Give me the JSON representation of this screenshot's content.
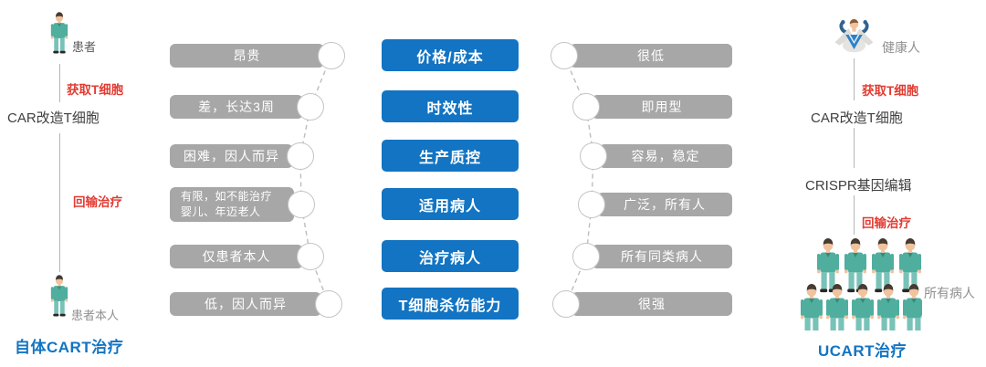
{
  "palette": {
    "accent_blue": "#1274c2",
    "step_red": "#e23c32",
    "bar_gray": "#a7a7a7",
    "teal_figure": "#4fae9e"
  },
  "left_flow": {
    "actor_top_label": "患者",
    "step_extract": "获取T细胞",
    "node_car": "CAR改造T细胞",
    "step_infuse": "回输治疗",
    "actor_bottom_label": "患者本人",
    "title": "自体CART治疗"
  },
  "right_flow": {
    "actor_top_label": "健康人",
    "step_extract": "获取T细胞",
    "node_car": "CAR改造T细胞",
    "node_crispr": "CRISPR基因编辑",
    "step_infuse": "回输治疗",
    "crowd_label": "所有病人",
    "title": "UCART治疗"
  },
  "comparison_rows": [
    {
      "criterion": "价格/成本",
      "left": "昂贵",
      "right": "很低"
    },
    {
      "criterion": "时效性",
      "left": "差，长达3周",
      "right": "即用型"
    },
    {
      "criterion": "生产质控",
      "left": "困难，因人而异",
      "right": "容易，稳定"
    },
    {
      "criterion": "适用病人",
      "left": "有限，如不能治疗\n婴儿、年迈老人",
      "right": "广泛，所有人"
    },
    {
      "criterion": "治疗病人",
      "left": "仅患者本人",
      "right": "所有同类病人"
    },
    {
      "criterion": "T细胞杀伤能力",
      "left": "低，因人而异",
      "right": "很强"
    }
  ]
}
